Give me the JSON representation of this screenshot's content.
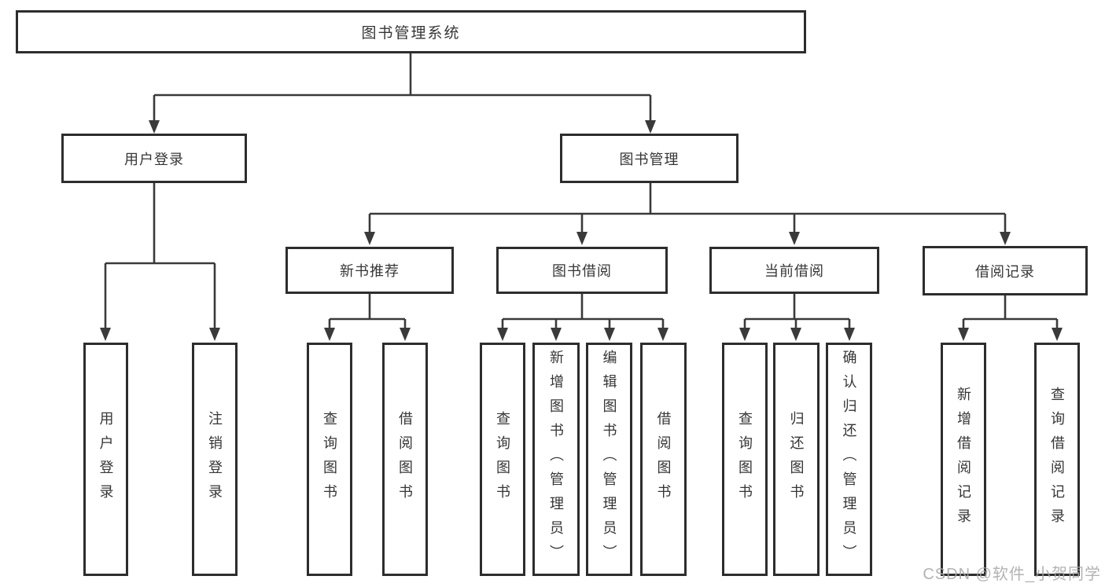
{
  "colors": {
    "line": "#3a3a3a",
    "box_border": "#2d2d2d",
    "text": "#363636",
    "watermark": "#a6a6a6",
    "background": "#ffffff"
  },
  "root": {
    "label": "图书管理系统"
  },
  "level2": [
    {
      "id": "user-login",
      "label": "用户登录"
    },
    {
      "id": "book-management",
      "label": "图书管理"
    }
  ],
  "level3": [
    {
      "id": "new-book-recommend",
      "parent": "book-management",
      "label": "新书推荐"
    },
    {
      "id": "book-borrowing",
      "parent": "book-management",
      "label": "图书借阅"
    },
    {
      "id": "current-borrowing",
      "parent": "book-management",
      "label": "当前借阅"
    },
    {
      "id": "borrow-records",
      "parent": "book-management",
      "label": "借阅记录"
    }
  ],
  "leaves": [
    {
      "parent": "user-login",
      "label": "用户登录"
    },
    {
      "parent": "user-login",
      "label": "注销登录"
    },
    {
      "parent": "new-book-recommend",
      "label": "查询图书"
    },
    {
      "parent": "new-book-recommend",
      "label": "借阅图书"
    },
    {
      "parent": "book-borrowing",
      "label": "查询图书"
    },
    {
      "parent": "book-borrowing",
      "label": "新增图书（管理员）"
    },
    {
      "parent": "book-borrowing",
      "label": "编辑图书（管理员）"
    },
    {
      "parent": "book-borrowing",
      "label": "借阅图书"
    },
    {
      "parent": "current-borrowing",
      "label": "查询图书"
    },
    {
      "parent": "current-borrowing",
      "label": "归还图书"
    },
    {
      "parent": "current-borrowing",
      "label": "确认归还（管理员）"
    },
    {
      "parent": "borrow-records",
      "label": "新增借阅记录"
    },
    {
      "parent": "borrow-records",
      "label": "查询借阅记录"
    }
  ],
  "watermark": {
    "text": "CSDN @软件_小贺同学"
  }
}
